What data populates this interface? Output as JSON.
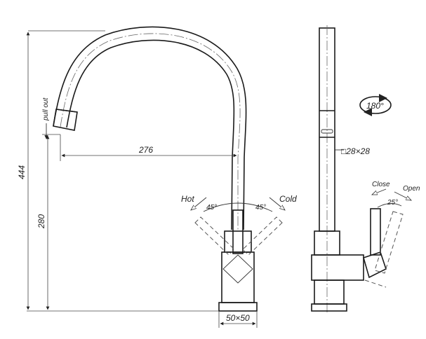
{
  "labels": {
    "pull_out": "pull out",
    "width_276": "276",
    "height_444": "444",
    "height_280": "280",
    "base_50x50": "50×50",
    "square_28": "□28×28",
    "rotation_180": "180°",
    "hot": "Hot",
    "cold": "Cold",
    "angle_left": "45°",
    "angle_right": "45°",
    "close": "Close",
    "open": "Open",
    "angle_side": "25°"
  },
  "colors": {
    "line": "#1a1a1a",
    "background": "#ffffff"
  }
}
